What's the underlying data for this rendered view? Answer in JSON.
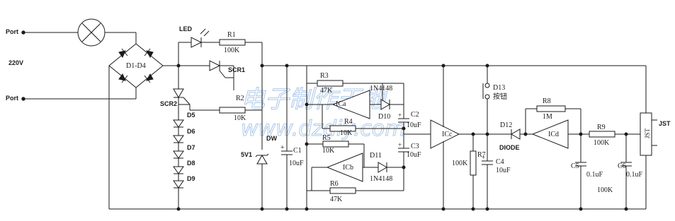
{
  "labels": {
    "port_top": "Port",
    "port_bottom": "Port",
    "mains": "220V",
    "bridge": "D1-D4",
    "led": "LED",
    "r1": "R1",
    "r1_val": "100K",
    "scr1": "SCR1",
    "r2": "R2",
    "r2_val": "10K",
    "scr2": "SCR2",
    "d5": "D5",
    "d6": "D6",
    "d7": "D7",
    "d8": "D8",
    "d9": "D9",
    "dw": "DW",
    "dw_val": "5V1",
    "c1": "C1",
    "c1_val": "10uF",
    "r3": "R3",
    "r3_val": "47K",
    "ica": "ICa",
    "d10_type": "1N4148",
    "d10": "D10",
    "c2": "C2",
    "c2_val": "10uF",
    "r4": "R4",
    "r4_val": "10K",
    "r5": "R5",
    "r5_val": "10K",
    "c3": "C3",
    "c3_val": "10uF",
    "d11": "D11",
    "icb": "ICb",
    "d11_type": "1N4148",
    "r6": "R6",
    "r6_val": "47K",
    "icc": "ICc",
    "r7": "R7",
    "r7_val": "100K",
    "c4": "C4",
    "c4_val": "10uF",
    "d13": "D13",
    "d13_name": "按钮",
    "d12": "D12",
    "d12_type": "DIODE",
    "r8": "R8",
    "r8_val": "1M",
    "icd": "ICd",
    "r9": "R9",
    "r9_val": "100K",
    "c5": "C5",
    "c5_val": "0.1uF",
    "c5_r": "100K",
    "c6": "C6",
    "c6_val": "0.1uF",
    "jst": "JST",
    "jst_side": "JST"
  },
  "watermark": {
    "line1": "电子制作天地",
    "line2": "www.dzdiy.com"
  },
  "colors": {
    "line": "#1a1a1a",
    "background": "#ffffff",
    "watermark": "#6a9ad6"
  }
}
